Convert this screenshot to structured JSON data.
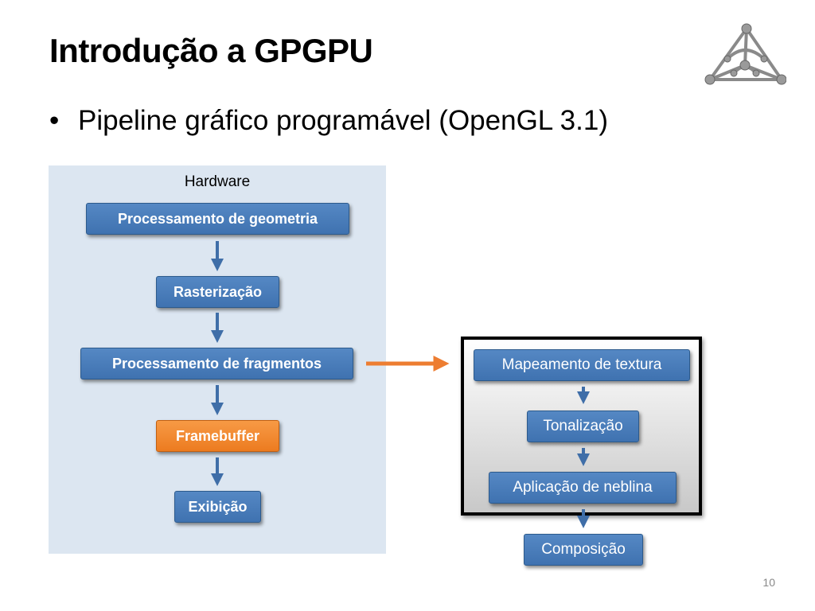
{
  "slide": {
    "title": "Introdução a GPGPU",
    "bullet": "Pipeline gráfico programável (OpenGL 3.1)",
    "page_number": "10"
  },
  "hardware": {
    "label": "Hardware",
    "stages": [
      "Processamento de geometria",
      "Rasterização",
      "Processamento de fragmentos",
      "Framebuffer",
      "Exibição"
    ]
  },
  "fragment_stages": [
    "Mapeamento de textura",
    "Tonalização",
    "Aplicação de neblina",
    "Composição"
  ],
  "colors": {
    "panel": "#dce6f1",
    "box": "#4f81bd",
    "highlight": "#f79646",
    "connector": "#ed7d31"
  }
}
